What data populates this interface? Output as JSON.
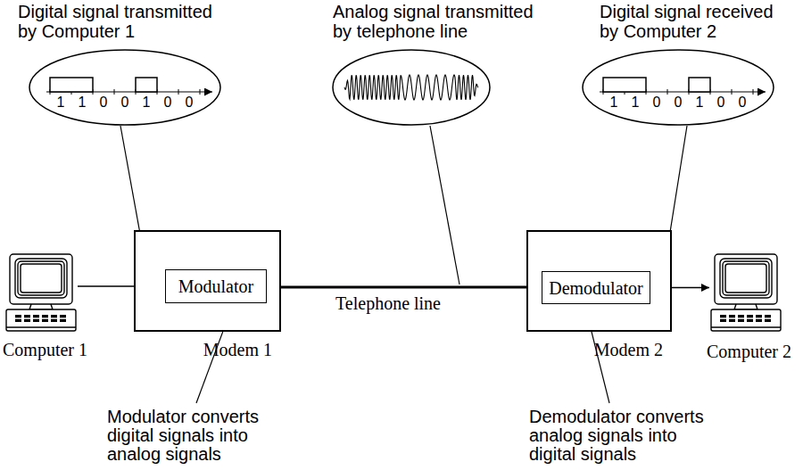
{
  "diagram": {
    "nodes": [
      {
        "text": [
          "Digital signal transmitted by Computer 1",
          "1",
          "1",
          "0",
          "0",
          "1",
          "0",
          "0"
        ]
      },
      {
        "text": [
          "Analog signal transmitted by telephone line"
        ]
      },
      {
        "text": [
          "Digital signal received by Computer 2",
          "1",
          "1",
          "0",
          "0",
          "1",
          "0",
          "0"
        ]
      },
      {
        "text": [
          "Computer 1"
        ]
      },
      {
        "text": [
          "Modem 1"
        ]
      },
      {
        "text": [
          "Modulator"
        ],
        "in": 4
      },
      {
        "text": [
          "Modem 2"
        ]
      },
      {
        "text": [
          "Demodulator"
        ],
        "in": 6
      },
      {
        "text": [
          "Computer 2"
        ]
      }
    ],
    "edges": [
      {
        "from": 3,
        "to": 5,
        "arrow": "to"
      },
      {
        "from": 5,
        "to": 7,
        "label": "Telephone line",
        "arrow": "none"
      },
      {
        "from": 7,
        "to": 8,
        "arrow": "to"
      }
    ],
    "labels": [
      "Modulator converts digital signals into analog signals",
      "Demodulator converts analog signals into digital signals"
    ]
  }
}
